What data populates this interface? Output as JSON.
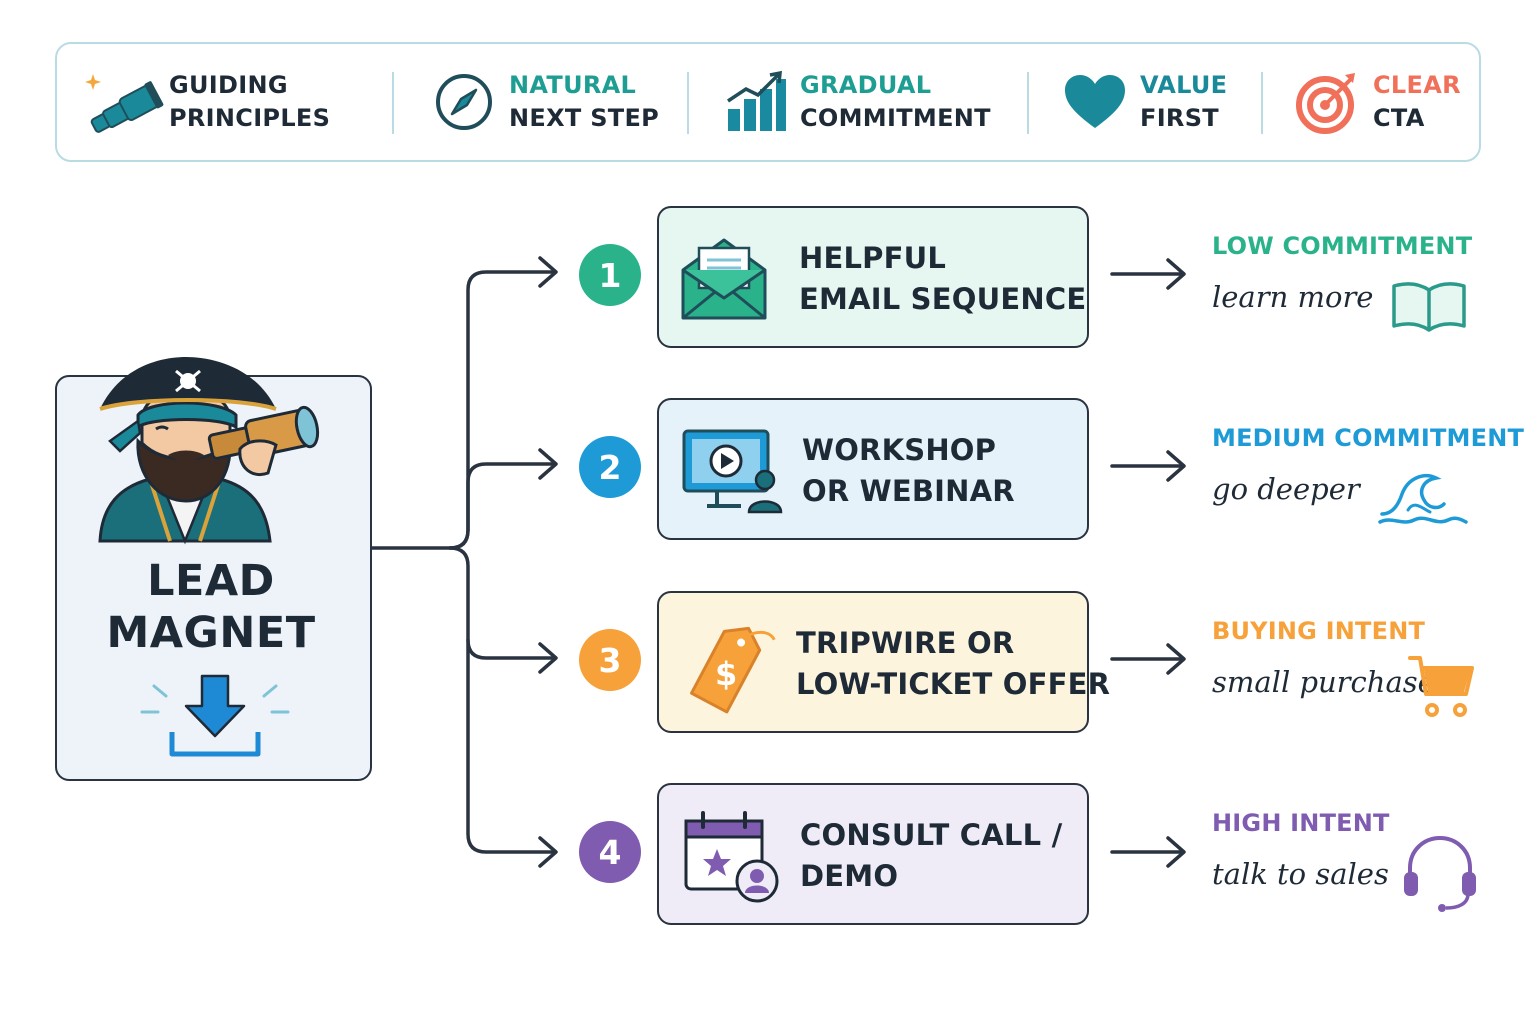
{
  "principles": {
    "header": [
      "GUIDING",
      "PRINCIPLES"
    ],
    "items": [
      {
        "lines": [
          "NATURAL",
          "NEXT STEP"
        ],
        "icon": "compass-icon",
        "color": "#1e9e92"
      },
      {
        "lines": [
          "GRADUAL",
          "COMMITMENT"
        ],
        "icon": "bar-chart-icon",
        "color": "#1e9e92"
      },
      {
        "lines": [
          "VALUE",
          "FIRST"
        ],
        "icon": "heart-icon",
        "color": "#1a8a9a"
      },
      {
        "lines": [
          "CLEAR",
          "CTA"
        ],
        "icon": "target-icon",
        "color": "#f0705a"
      }
    ]
  },
  "lead_magnet": {
    "title": [
      "LEAD",
      "MAGNET"
    ],
    "icon": "pirate-spyglass-icon",
    "download_icon": "download-icon"
  },
  "steps": [
    {
      "number": "1",
      "title": [
        "HELPFUL",
        "EMAIL SEQUENCE"
      ],
      "icon": "email-icon",
      "badge_color": "#2ab38a",
      "card_color": "#e6f6f0",
      "outcome_label": "LOW COMMITMENT",
      "outcome_note": "learn more",
      "outcome_icon": "book-icon",
      "outcome_color": "#2ab38a"
    },
    {
      "number": "2",
      "title": [
        "WORKSHOP",
        "OR WEBINAR"
      ],
      "icon": "webinar-icon",
      "badge_color": "#1e9bd7",
      "card_color": "#e6f2fa",
      "outcome_label": "MEDIUM COMMITMENT",
      "outcome_note": "go deeper",
      "outcome_icon": "wave-icon",
      "outcome_color": "#1e9bd7"
    },
    {
      "number": "3",
      "title": [
        "TRIPWIRE OR",
        "LOW-TICKET OFFER"
      ],
      "icon": "price-tag-icon",
      "badge_color": "#f7a13a",
      "card_color": "#fdf4de",
      "outcome_label": "BUYING INTENT",
      "outcome_note": "small purchase",
      "outcome_icon": "cart-icon",
      "outcome_color": "#f7a13a"
    },
    {
      "number": "4",
      "title": [
        "CONSULT CALL /",
        "DEMO"
      ],
      "icon": "calendar-icon",
      "badge_color": "#7f5cb0",
      "card_color": "#efecf8",
      "outcome_label": "HIGH INTENT",
      "outcome_note": "talk to sales",
      "outcome_icon": "headset-icon",
      "outcome_color": "#7f5cb0"
    }
  ],
  "colors": {
    "ink": "#1f2a37",
    "border": "#2a3441",
    "bar_border": "#b9dbe3"
  }
}
